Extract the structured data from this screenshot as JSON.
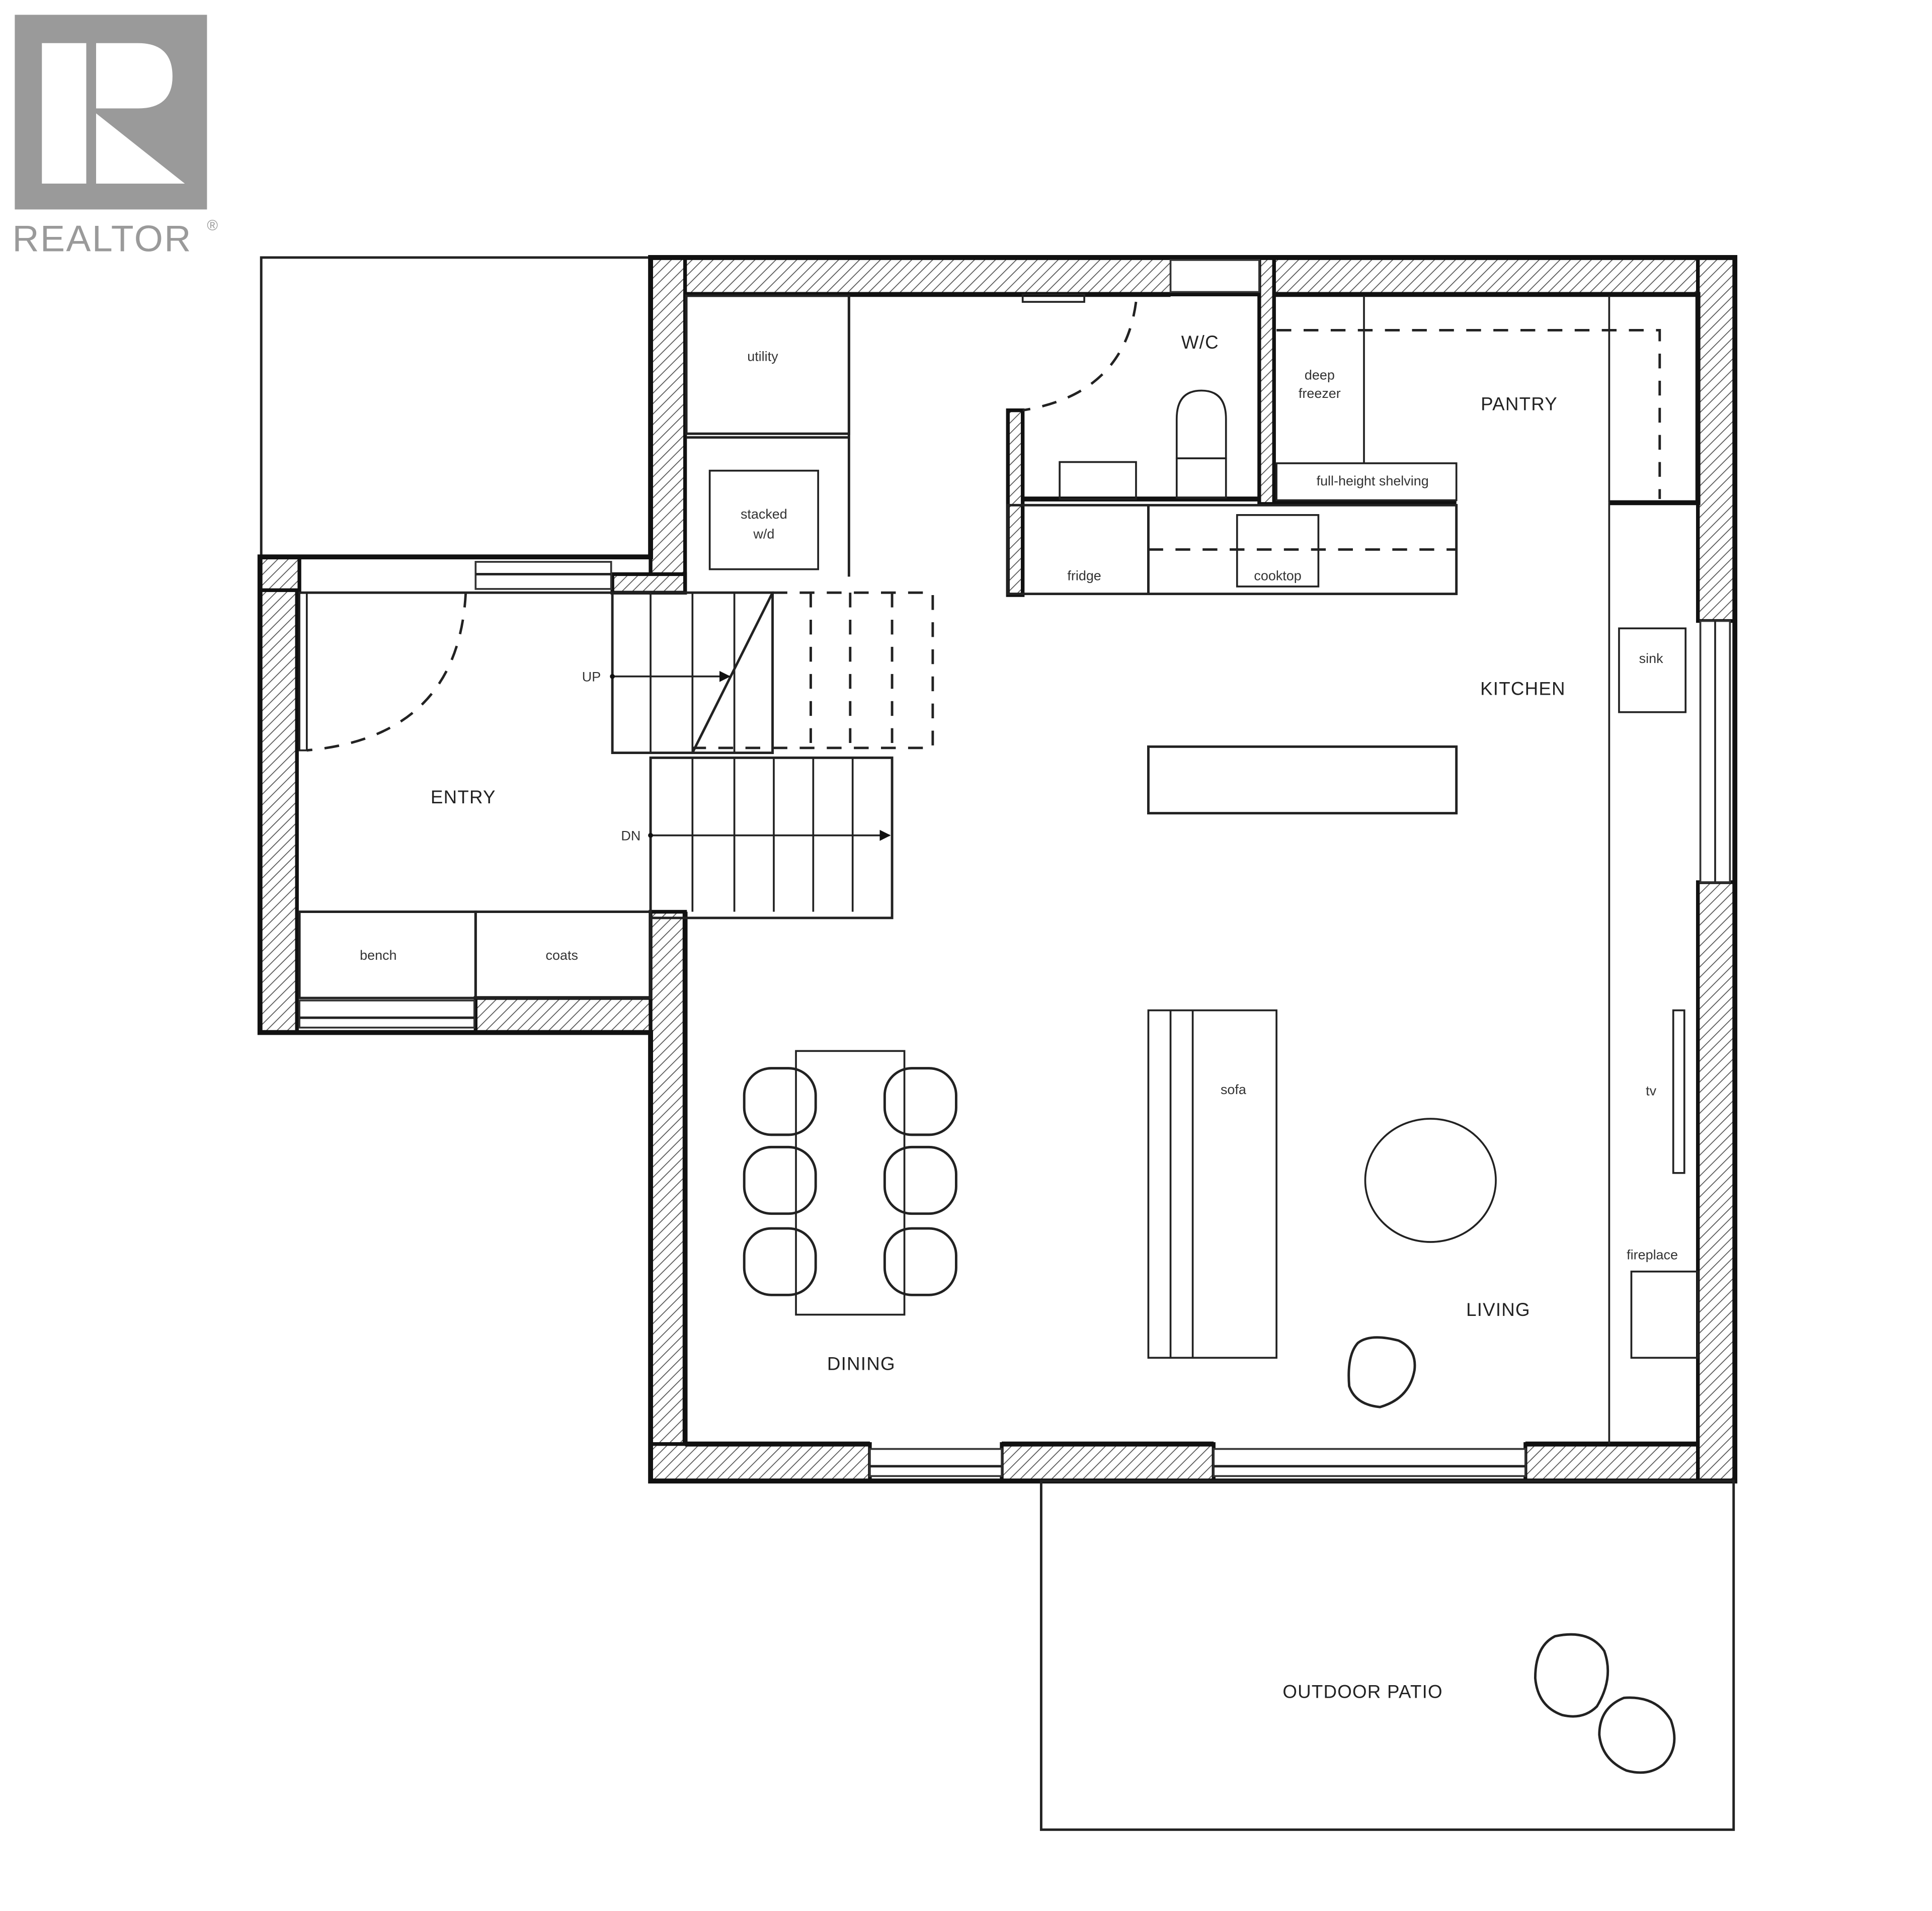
{
  "logo": {
    "text": "REALTOR",
    "registered_mark": "®",
    "color": "#9a9a9a"
  },
  "rooms": {
    "entry": "ENTRY",
    "wc": "W/C",
    "pantry": "PANTRY",
    "kitchen": "KITCHEN",
    "dining": "DINING",
    "living": "LIVING",
    "outdoor_patio": "OUTDOOR PATIO"
  },
  "fixtures": {
    "utility": "utility",
    "stacked_wd_line1": "stacked",
    "stacked_wd_line2": "w/d",
    "deep_freezer_line1": "deep",
    "deep_freezer_line2": "freezer",
    "full_height_shelving": "full-height shelving",
    "fridge": "fridge",
    "cooktop": "cooktop",
    "sink": "sink",
    "sofa": "sofa",
    "tv": "tv",
    "fireplace": "fireplace",
    "bench": "bench",
    "coats": "coats"
  },
  "stairs": {
    "up_label": "UP",
    "down_label": "DN"
  },
  "colors": {
    "wall": "#111111",
    "hatch": "#555555",
    "background": "#ffffff"
  }
}
